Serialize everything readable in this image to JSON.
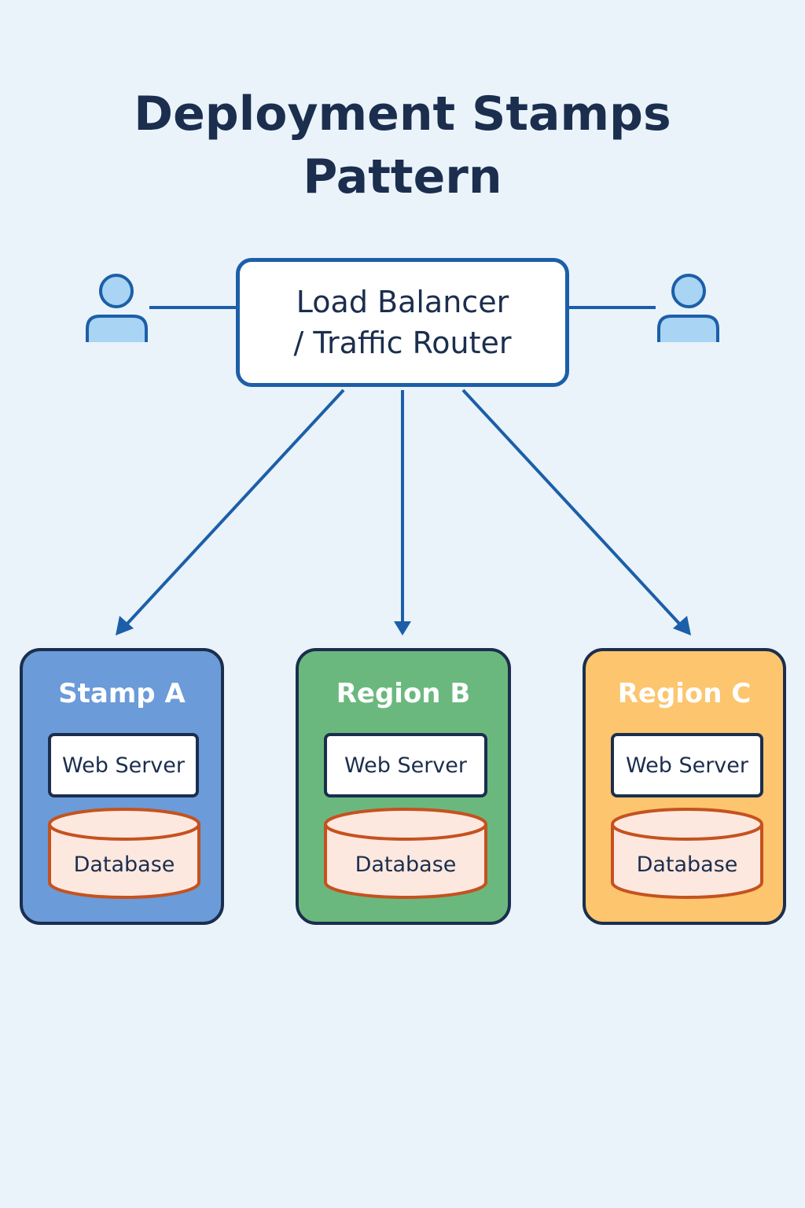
{
  "title": {
    "line1": "Deployment Stamps",
    "line2": "Pattern"
  },
  "load_balancer": {
    "line1": "Load Balancer",
    "line2": "/ Traffic Router"
  },
  "stamps": [
    {
      "title": "Stamp A",
      "web": "Web Server",
      "db": "Database",
      "color": "#6b9bd8"
    },
    {
      "title": "Region B",
      "web": "Web Server",
      "db": "Database",
      "color": "#6bb87e"
    },
    {
      "title": "Region C",
      "web": "Web Server",
      "db": "Database",
      "color": "#fcc56e"
    }
  ],
  "colors": {
    "background": "#eaf3fa",
    "line": "#1c5fa8",
    "user": "#a9d4f3",
    "outline": "#1b2e4e",
    "db_fill": "#fde8df",
    "db_stroke": "#c5521f"
  },
  "icons": [
    "user-icon",
    "user-icon",
    "database-icon"
  ]
}
